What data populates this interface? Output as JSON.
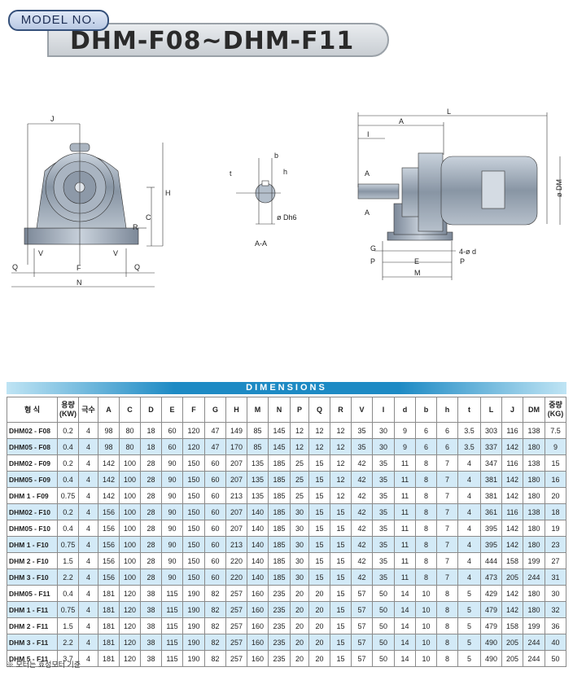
{
  "header": {
    "model_label": "MODEL NO.",
    "title": "DHM-F08~DHM-F11"
  },
  "drawing": {
    "front_labels": {
      "J": "J",
      "H": "H",
      "C": "C",
      "R": "R",
      "Q": "Q",
      "V": "V",
      "F": "F",
      "N": "N"
    },
    "shaft_labels": {
      "b": "b",
      "t": "t",
      "h": "h",
      "dh6": "ø Dh6",
      "section": "A-A"
    },
    "side_labels": {
      "L": "L",
      "A": "A",
      "I": "I",
      "DM": "ø DM",
      "G": "G",
      "P": "P",
      "E": "E",
      "M": "M",
      "hole": "4-ø d",
      "AA": "A"
    }
  },
  "dimensions_title": "DIMENSIONS",
  "table": {
    "headers": [
      "형  식",
      "용량\n(KW)",
      "극수",
      "A",
      "C",
      "D",
      "E",
      "F",
      "G",
      "H",
      "M",
      "N",
      "P",
      "Q",
      "R",
      "V",
      "I",
      "d",
      "b",
      "h",
      "t",
      "L",
      "J",
      "DM",
      "중량\n(KG)"
    ],
    "rows": [
      [
        "DHM02 - F08",
        "0.2",
        "4",
        "98",
        "80",
        "18",
        "60",
        "120",
        "47",
        "149",
        "85",
        "145",
        "12",
        "12",
        "12",
        "35",
        "30",
        "9",
        "6",
        "6",
        "3.5",
        "303",
        "116",
        "138",
        "7.5"
      ],
      [
        "DHM05 - F08",
        "0.4",
        "4",
        "98",
        "80",
        "18",
        "60",
        "120",
        "47",
        "170",
        "85",
        "145",
        "12",
        "12",
        "12",
        "35",
        "30",
        "9",
        "6",
        "6",
        "3.5",
        "337",
        "142",
        "180",
        "9"
      ],
      [
        "DHM02 - F09",
        "0.2",
        "4",
        "142",
        "100",
        "28",
        "90",
        "150",
        "60",
        "207",
        "135",
        "185",
        "25",
        "15",
        "12",
        "42",
        "35",
        "11",
        "8",
        "7",
        "4",
        "347",
        "116",
        "138",
        "15"
      ],
      [
        "DHM05 - F09",
        "0.4",
        "4",
        "142",
        "100",
        "28",
        "90",
        "150",
        "60",
        "207",
        "135",
        "185",
        "25",
        "15",
        "12",
        "42",
        "35",
        "11",
        "8",
        "7",
        "4",
        "381",
        "142",
        "180",
        "16"
      ],
      [
        "DHM  1 - F09",
        "0.75",
        "4",
        "142",
        "100",
        "28",
        "90",
        "150",
        "60",
        "213",
        "135",
        "185",
        "25",
        "15",
        "12",
        "42",
        "35",
        "11",
        "8",
        "7",
        "4",
        "381",
        "142",
        "180",
        "20"
      ],
      [
        "DHM02 - F10",
        "0.2",
        "4",
        "156",
        "100",
        "28",
        "90",
        "150",
        "60",
        "207",
        "140",
        "185",
        "30",
        "15",
        "15",
        "42",
        "35",
        "11",
        "8",
        "7",
        "4",
        "361",
        "116",
        "138",
        "18"
      ],
      [
        "DHM05 - F10",
        "0.4",
        "4",
        "156",
        "100",
        "28",
        "90",
        "150",
        "60",
        "207",
        "140",
        "185",
        "30",
        "15",
        "15",
        "42",
        "35",
        "11",
        "8",
        "7",
        "4",
        "395",
        "142",
        "180",
        "19"
      ],
      [
        "DHM  1 - F10",
        "0.75",
        "4",
        "156",
        "100",
        "28",
        "90",
        "150",
        "60",
        "213",
        "140",
        "185",
        "30",
        "15",
        "15",
        "42",
        "35",
        "11",
        "8",
        "7",
        "4",
        "395",
        "142",
        "180",
        "23"
      ],
      [
        "DHM  2 - F10",
        "1.5",
        "4",
        "156",
        "100",
        "28",
        "90",
        "150",
        "60",
        "220",
        "140",
        "185",
        "30",
        "15",
        "15",
        "42",
        "35",
        "11",
        "8",
        "7",
        "4",
        "444",
        "158",
        "199",
        "27"
      ],
      [
        "DHM  3 - F10",
        "2.2",
        "4",
        "156",
        "100",
        "28",
        "90",
        "150",
        "60",
        "220",
        "140",
        "185",
        "30",
        "15",
        "15",
        "42",
        "35",
        "11",
        "8",
        "7",
        "4",
        "473",
        "205",
        "244",
        "31"
      ],
      [
        "DHM05 - F11",
        "0.4",
        "4",
        "181",
        "120",
        "38",
        "115",
        "190",
        "82",
        "257",
        "160",
        "235",
        "20",
        "20",
        "15",
        "57",
        "50",
        "14",
        "10",
        "8",
        "5",
        "429",
        "142",
        "180",
        "30"
      ],
      [
        "DHM  1 - F11",
        "0.75",
        "4",
        "181",
        "120",
        "38",
        "115",
        "190",
        "82",
        "257",
        "160",
        "235",
        "20",
        "20",
        "15",
        "57",
        "50",
        "14",
        "10",
        "8",
        "5",
        "479",
        "142",
        "180",
        "32"
      ],
      [
        "DHM  2 - F11",
        "1.5",
        "4",
        "181",
        "120",
        "38",
        "115",
        "190",
        "82",
        "257",
        "160",
        "235",
        "20",
        "20",
        "15",
        "57",
        "50",
        "14",
        "10",
        "8",
        "5",
        "479",
        "158",
        "199",
        "36"
      ],
      [
        "DHM  3 - F11",
        "2.2",
        "4",
        "181",
        "120",
        "38",
        "115",
        "190",
        "82",
        "257",
        "160",
        "235",
        "20",
        "20",
        "15",
        "57",
        "50",
        "14",
        "10",
        "8",
        "5",
        "490",
        "205",
        "244",
        "40"
      ],
      [
        "DHM  5 - F11",
        "3.7",
        "4",
        "181",
        "120",
        "38",
        "115",
        "190",
        "82",
        "257",
        "160",
        "235",
        "20",
        "20",
        "15",
        "57",
        "50",
        "14",
        "10",
        "8",
        "5",
        "490",
        "205",
        "244",
        "50"
      ]
    ]
  },
  "footnote": "※ 모터는 효성모터 기준"
}
